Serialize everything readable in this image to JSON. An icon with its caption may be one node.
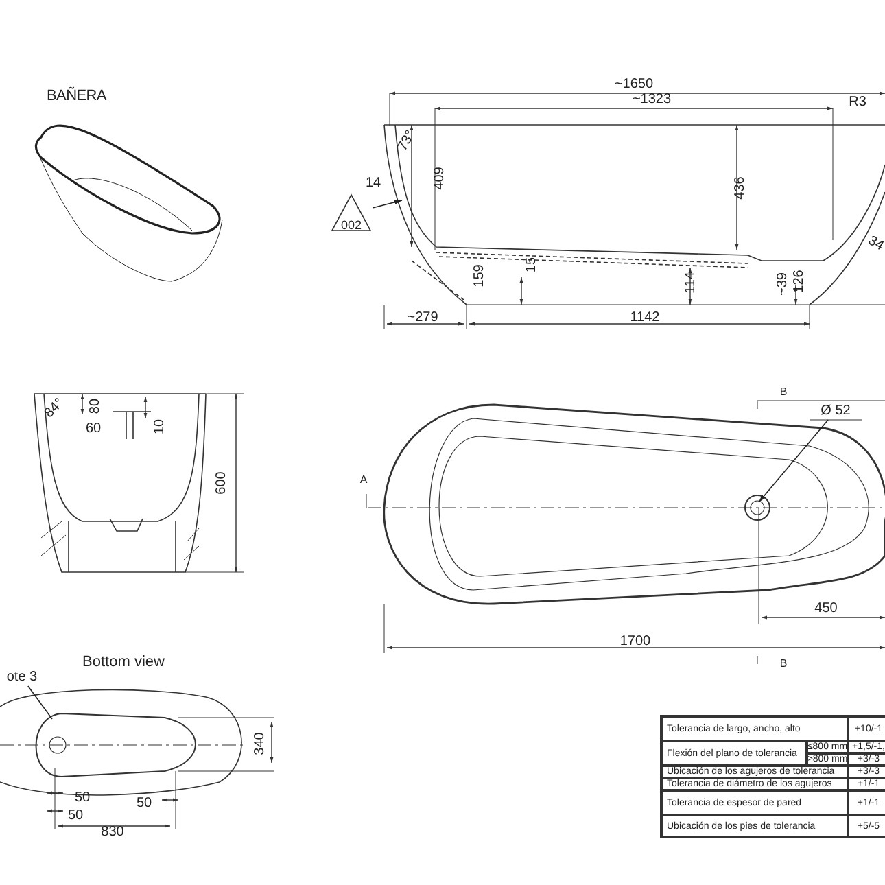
{
  "diagram": {
    "title": "BAÑERA",
    "nodes": [
      {
        "text": [
          "002"
        ]
      },
      {
        "text": [
          "Ø 52"
        ]
      },
      {
        "text": [
          "ote 3"
        ]
      }
    ],
    "edges": [
      {
        "from": 0,
        "to": null,
        "arrow": "to"
      },
      {
        "from": 1,
        "to": null,
        "arrow": "to"
      },
      {
        "from": 2,
        "to": null,
        "arrow": "none"
      }
    ],
    "labels": [
      "~1650",
      "~1323",
      "R3",
      "73°",
      "14",
      "409",
      "436",
      "15",
      "159",
      "114",
      "~39",
      "126",
      "34",
      "~279",
      "1142",
      "84°",
      "80",
      "60",
      "10",
      "600",
      "B",
      "A",
      "450",
      "1700",
      "B",
      "Bottom view",
      "340",
      "50",
      "50",
      "50",
      "830",
      "Tolerancia de largo, ancho, alto",
      "+10/-1",
      "Flexión del plano de tolerancia",
      "≤800 mm",
      "+1,5/-1,",
      ">800 mm",
      "+3/-3",
      "Ubicación de los agujeros de tolerancia",
      "+3/-3",
      "Tolerancia de diámetro de los agujeros",
      "+1/-1",
      "Tolerancia de espesor de pared",
      "+1/-1",
      "Ubicación de los pies de tolerancia",
      "+5/-5"
    ]
  }
}
